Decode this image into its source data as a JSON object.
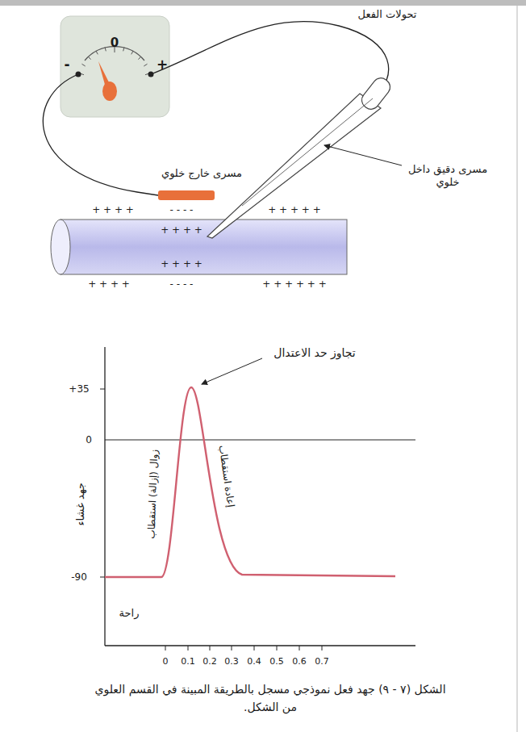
{
  "diagram": {
    "caption": "الشكل (٧ - ٩) جهد فعل نموذجي مسجل بالطريقة المبينة في القسم العلوي من الشكل.",
    "nodes": [
      {
        "text": [
          "-",
          "0",
          "+"
        ]
      }
    ],
    "labels": [
      "تحولات الفعل",
      "مسرى خارج خلوي",
      "مسرى دقيق داخل خلوي",
      "+ + + +",
      "- - - -",
      "+ + + + +",
      "+ + + +",
      "+ + + +",
      "+ + + +",
      "- - - -",
      "+ + + + + +",
      "تجاوز حد الاعتدال",
      "+35",
      "0",
      "-90",
      "جهد غشاء",
      "زوال (إزالة) استقطاب",
      "إعادة استقطاب",
      "راحة",
      "0",
      "0.1",
      "0.2",
      "0.3",
      "0.4",
      "0.5",
      "0.6",
      "0.7"
    ]
  }
}
